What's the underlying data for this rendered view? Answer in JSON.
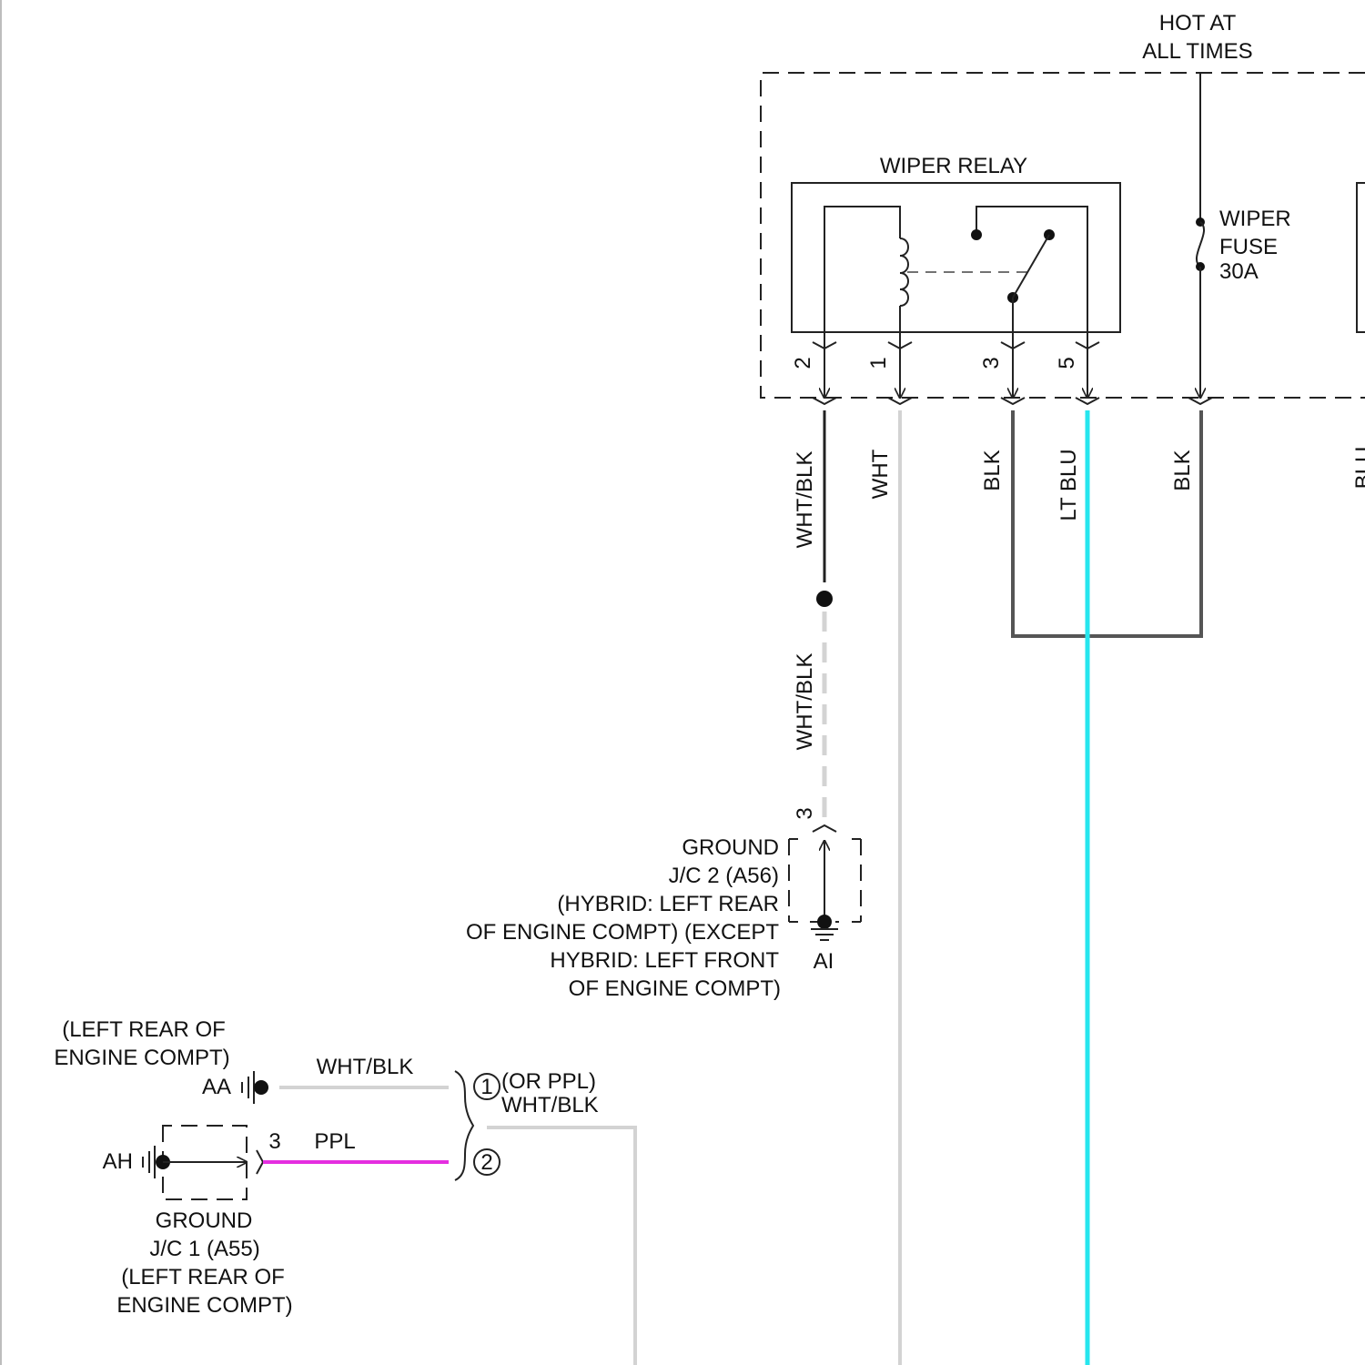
{
  "colors": {
    "wht": "#d3d3d3",
    "blk": "#555555",
    "lt_blu": "#26e6ee",
    "ppl": "#e52ee0",
    "line": "#222222"
  },
  "top_label": [
    "HOT AT",
    "ALL TIMES"
  ],
  "relay": {
    "title": "WIPER RELAY",
    "pins": [
      "2",
      "1",
      "3",
      "5"
    ]
  },
  "fuse": {
    "lines": [
      "WIPER",
      "FUSE",
      "30A"
    ]
  },
  "wire_labels": {
    "pin2_upper": "WHT/BLK",
    "pin1": "WHT",
    "pin3": "BLK",
    "pin5": "LT BLU",
    "fuse_out": "BLK",
    "pin2_lower": "WHT/BLK",
    "clipped_right": "BLU"
  },
  "ground_ai": {
    "pin": "3",
    "code": "AI",
    "lines": [
      "GROUND",
      "J/C 2 (A56)",
      "(HYBRID: LEFT REAR",
      "OF ENGINE COMPT) (EXCEPT",
      "HYBRID: LEFT FRONT",
      "OF ENGINE COMPT)"
    ]
  },
  "ground_aa": {
    "lines": [
      "(LEFT REAR OF",
      "ENGINE COMPT)"
    ],
    "code": "AA",
    "wire": "WHT/BLK"
  },
  "ground_ah": {
    "code": "AH",
    "pin": "3",
    "wire": "PPL",
    "lines": [
      "GROUND",
      "J/C 1 (A55)",
      "(LEFT REAR OF",
      "ENGINE COMPT)"
    ]
  },
  "splice": {
    "in1": "1",
    "in2": "2",
    "out_lines": [
      "(OR PPL)",
      "WHT/BLK"
    ]
  }
}
